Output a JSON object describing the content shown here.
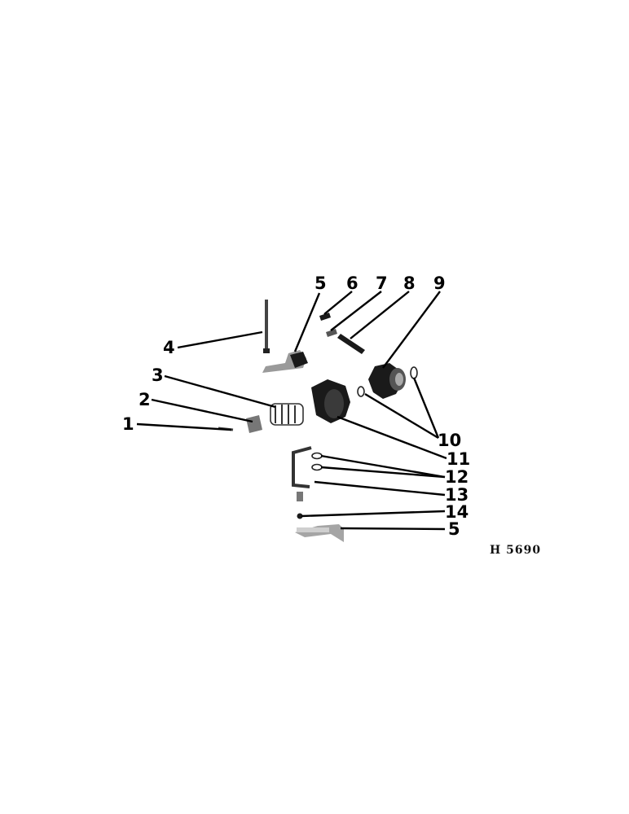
{
  "labels": {
    "n1": "1",
    "n2": "2",
    "n3": "3",
    "n4": "4",
    "n5a": "5",
    "n6": "6",
    "n7": "7",
    "n8": "8",
    "n9": "9",
    "n10": "10",
    "n11": "11",
    "n12": "12",
    "n13": "13",
    "n14": "14",
    "n5b": "5"
  },
  "figure_code": "H 5690"
}
